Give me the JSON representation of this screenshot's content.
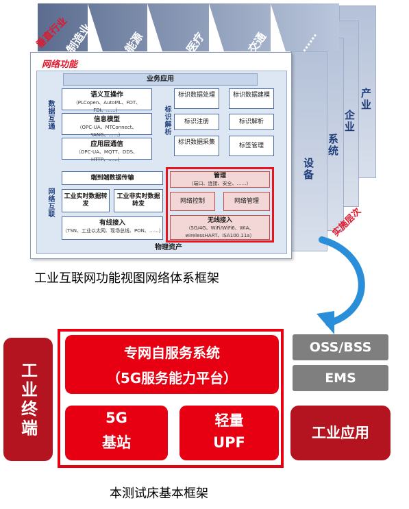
{
  "top": {
    "vertical_industry": "垂直行业",
    "industries": [
      "制造业",
      "能源",
      "医疗",
      "交通",
      "……"
    ],
    "levels": [
      "设备",
      "系统",
      "企业",
      "产业"
    ],
    "implementation_level": "实施层次"
  },
  "network_function": {
    "title": "网络功能",
    "business_app": "业务应用",
    "data_interop_label": "数据互通",
    "id_resolution_label": "标识解析",
    "net_interconnect_label": "网络互联",
    "physical_assets": "物理资产",
    "data_interop": [
      {
        "name": "语义互操作",
        "detail": "（PLCopen、AutoML、FDT、FDI、……）"
      },
      {
        "name": "信息模型",
        "detail": "（OPC-UA、MTConnect、YANG、……）"
      },
      {
        "name": "应用层通信",
        "detail": "（OPC-UA、MQTT、DDS、HTTP、……）"
      }
    ],
    "id_resolution": [
      "标识数据处理",
      "标识数据建模",
      "标识注册",
      "标识解析",
      "标识数据采集",
      "标签管理"
    ],
    "interconnect": {
      "e2e": "端到端数据传输",
      "rt": "工业实时数据转发",
      "nrt": "工业非实时数据转发",
      "wired": "有线接入",
      "wired_detail": "（TSN、工业以太网、现场总线、PON、……）",
      "mgmt": "管理",
      "mgmt_detail": "（端口、连接、安全、……）",
      "net_control": "网络控制",
      "net_mgmt": "网络管理",
      "wireless": "无线接入",
      "wireless_detail": "（5G/4G、WiFi/WiFi6、WIA、wirelessHART、ISA100.11a）"
    }
  },
  "caption_top": "工业互联网功能视图网络体系框架",
  "testbed": {
    "terminal": "工业终端",
    "platform_line1": "专网自服务系统",
    "platform_line2": "（5G服务能力平台）",
    "base_station_line1": "5G",
    "base_station_line2": "基站",
    "upf_line1": "轻量",
    "upf_line2": "UPF",
    "oss_bss": "OSS/BSS",
    "ems": "EMS",
    "industrial_app": "工业应用"
  },
  "caption_bottom": "本测试床基本框架",
  "colors": {
    "accent_red": "#e60012",
    "dark_red": "#b3141f",
    "gray": "#7f7f7f",
    "blue_text": "#1f3d7a"
  }
}
